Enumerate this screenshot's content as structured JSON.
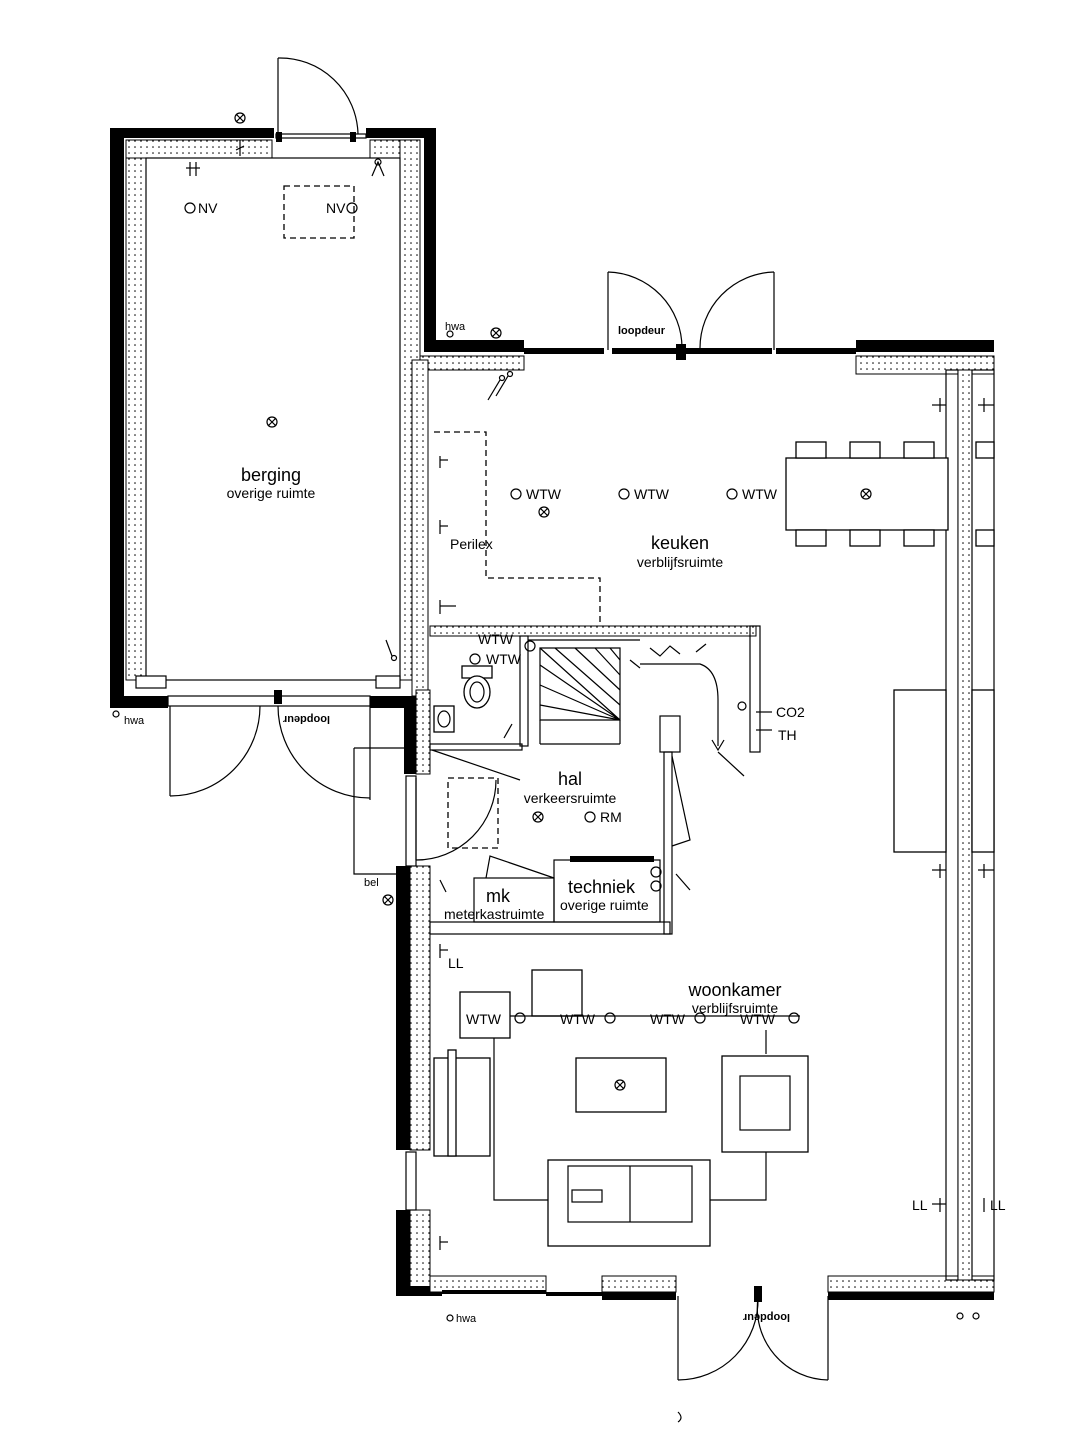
{
  "rooms": {
    "berging": {
      "name": "berging",
      "type": "overige ruimte"
    },
    "keuken": {
      "name": "keuken",
      "type": "verblijfsruimte"
    },
    "hal": {
      "name": "hal",
      "type": "verkeersruimte"
    },
    "techniek": {
      "name": "techniek",
      "type": "overige ruimte"
    },
    "meterkast": {
      "name": "mk",
      "type": "meterkastruimte"
    },
    "woonkamer": {
      "name": "woonkamer",
      "type": "verblijfsruimte"
    }
  },
  "labels": {
    "nv": "NV",
    "wtw": "WTW",
    "perilex": "Perilex",
    "rm": "RM",
    "co2": "CO2",
    "th": "TH",
    "ll": "LL",
    "hwa": "hwa",
    "bel": "bel",
    "loopdeur": "loopdeur"
  }
}
